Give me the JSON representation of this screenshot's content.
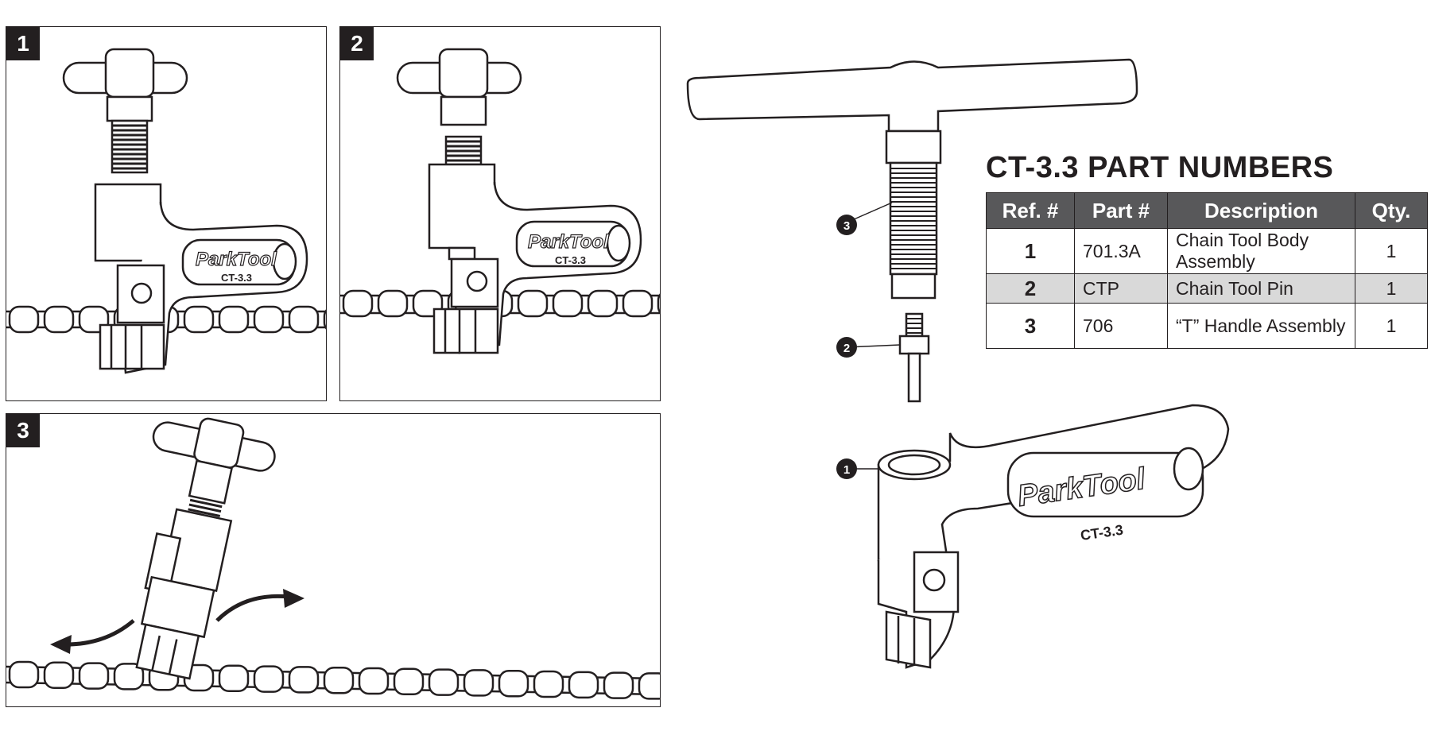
{
  "steps": [
    {
      "number": "1",
      "brand": "ParkTool",
      "model": "CT-3.3"
    },
    {
      "number": "2",
      "brand": "ParkTool",
      "model": "CT-3.3"
    },
    {
      "number": "3"
    }
  ],
  "exploded_view": {
    "brand": "ParkTool",
    "model": "CT-3.3",
    "callouts": [
      "1",
      "2",
      "3"
    ]
  },
  "parts": {
    "title": "CT-3.3 PART NUMBERS",
    "headers": [
      "Ref. #",
      "Part #",
      "Description",
      "Qty."
    ],
    "rows": [
      {
        "ref": "1",
        "part": "701.3A",
        "description": "Chain Tool Body Assembly",
        "qty": "1"
      },
      {
        "ref": "2",
        "part": "CTP",
        "description": "Chain Tool Pin",
        "qty": "1"
      },
      {
        "ref": "3",
        "part": "706",
        "description": "“T” Handle Assembly",
        "qty": "1"
      }
    ]
  }
}
